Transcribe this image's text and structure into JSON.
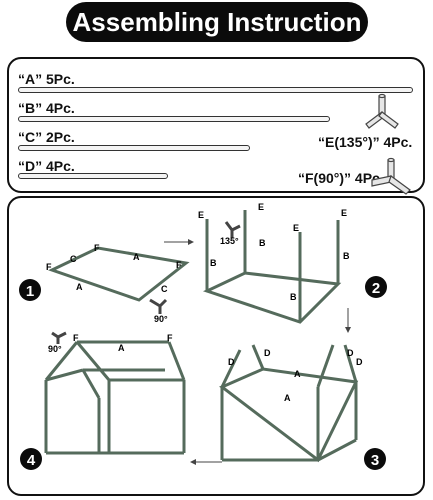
{
  "title": "Assembling Instruction",
  "parts": {
    "a": "“A” 5Pc.",
    "b": "“B” 4Pc.",
    "c": "“C” 2Pc.",
    "d": "“D” 4Pc.",
    "e": "“E(135°)” 4Pc.",
    "f": "“F(90°)” 4Pc."
  },
  "steps": {
    "step1": "1",
    "step2": "2",
    "step3": "3",
    "step4": "4"
  },
  "labels": {
    "a": "A",
    "b": "B",
    "c": "C",
    "d": "D",
    "e": "E",
    "f": "F",
    "angle90": "90°",
    "angle135": "135°"
  }
}
